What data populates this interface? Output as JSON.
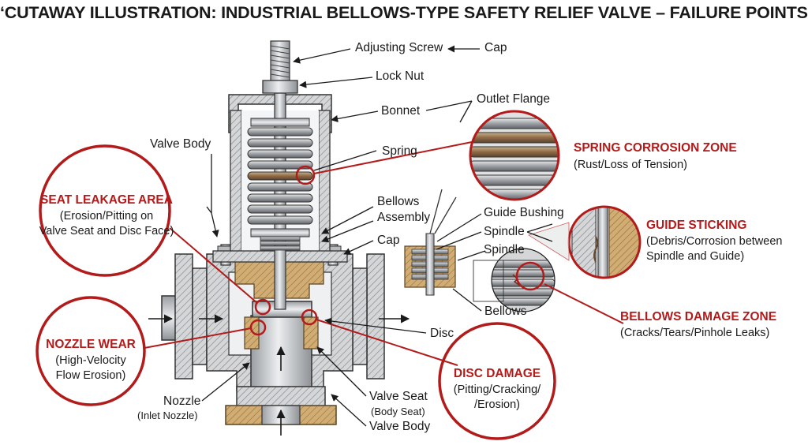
{
  "title": "‘CUTAWAY ILLUSTRATION: INDUSTRIAL BELLOWS-TYPE SAFETY RELIEF VALVE – FAILURE POINTS’",
  "labels": {
    "adjusting_screw": "Adjusting Screw",
    "cap_top": "Cap",
    "lock_nut": "Lock Nut",
    "bonnet": "Bonnet",
    "outlet_flange": "Outlet Flange",
    "valve_body_top": "Valve Body",
    "spring": "Spring",
    "bellows_assembly_1": "Bellows",
    "bellows_assembly_2": "Assembly",
    "cap_mid": "Cap",
    "guide_bushing": "Guide Bushing",
    "spindle_1": "Spindle",
    "spindle_2": "Spindle",
    "bellows": "Bellows",
    "disc": "Disc",
    "nozzle": "Nozzle",
    "inlet_nozzle": "(Inlet Nozzle)",
    "valve_seat": "Valve Seat",
    "body_seat": "(Body Seat)",
    "valve_body_bottom": "Valve Body"
  },
  "failure_zones": {
    "seat_leakage": {
      "title": "SEAT LEAKAGE AREA",
      "line1": "(Erosion/Pitting on",
      "line2": "Valve Seat and Disc Face)"
    },
    "nozzle_wear": {
      "title": "NOZZLE WEAR",
      "line1": "(High-Velocity",
      "line2": "Flow Erosion)"
    },
    "spring_corrosion": {
      "title": "SPRING CORROSION ZONE",
      "line1": "(Rust/Loss of Tension)"
    },
    "guide_sticking": {
      "title": "GUIDE STICKING",
      "line1": "(Debris/Corrosion between",
      "line2": "Spindle and Guide)"
    },
    "bellows_damage": {
      "title": "BELLOWS DAMAGE ZONE",
      "line1": "(Cracks/Tears/Pinhole Leaks)"
    },
    "disc_damage": {
      "title": "DISC DAMAGE",
      "line1": "(Pitting/Cracking/",
      "line2": "/Erosion)"
    }
  },
  "colors": {
    "accent_red": "#b31b1b",
    "metal": "#c9ccce",
    "brass": "#c9a56c",
    "ink": "#1a1a1a"
  }
}
